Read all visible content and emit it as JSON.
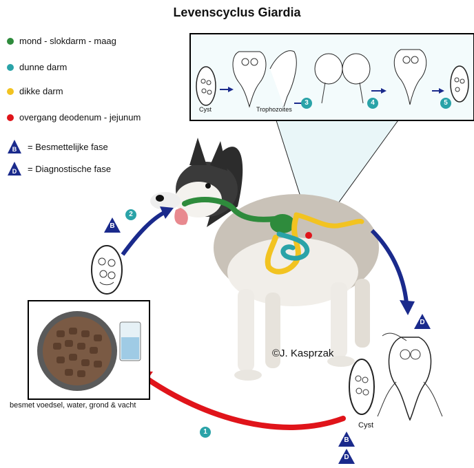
{
  "title": "Levenscyclus Giardia",
  "legend": [
    {
      "label": "mond - slokdarm - maag",
      "color": "#2e8b3c"
    },
    {
      "label": "dunne darm",
      "color": "#2aa3a8"
    },
    {
      "label": "dikke darm",
      "color": "#f2c321"
    },
    {
      "label": "overgang deodenum - jejunum",
      "color": "#e0141a"
    }
  ],
  "phases": [
    {
      "letter": "B",
      "label": "= Besmettelijke fase"
    },
    {
      "letter": "D",
      "label": "= Diagnostische fase"
    }
  ],
  "inset": {
    "labels": [
      "Cyst",
      "Trophozoites"
    ],
    "steps": [
      "3",
      "4",
      "5"
    ]
  },
  "cycle": {
    "step1": "1",
    "step2": "2",
    "food_label": "besmet voedsel, water, grond & vacht",
    "cyst_label": "Cyst",
    "copyright": "©J. Kasprzak"
  },
  "colors": {
    "arrow_blue": "#1a2a8c",
    "arrow_red": "#e0141a",
    "step_badge": "#2aa3a8",
    "phase_badge": "#1a2a8c"
  }
}
